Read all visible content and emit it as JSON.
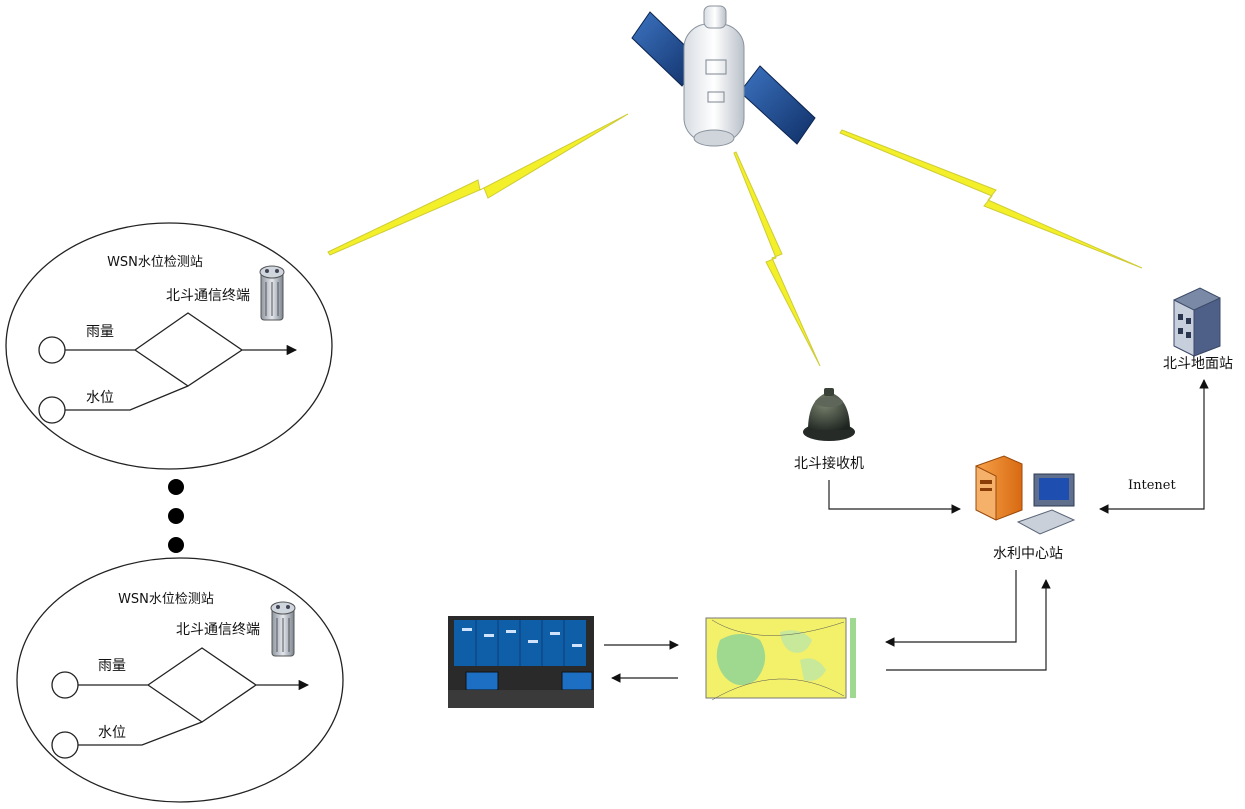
{
  "station1": {
    "title": "WSN水位检测站",
    "terminal": "北斗通信终端",
    "rain": "雨量",
    "water": "水位"
  },
  "station2": {
    "title": "WSN水位检测站",
    "terminal": "北斗通信终端",
    "rain": "雨量",
    "water": "水位"
  },
  "receiver": {
    "label": "北斗接收机"
  },
  "ground_station": {
    "label": "北斗地面站"
  },
  "center_station": {
    "label": "水利中心站"
  },
  "link": {
    "internet_label": "Intenet"
  },
  "colors": {
    "lightning": "#f3f02a",
    "satellite_panel": "#1f4f93",
    "server": "#f08a2a",
    "map_ocean": "#f3f06a",
    "map_land": "#9fd88f"
  },
  "icons": [
    "satellite-icon",
    "bds-terminal-icon",
    "receiver-antenna-icon",
    "building-icon",
    "server-icon",
    "computer-icon",
    "monitor-wall-photo",
    "map-plot"
  ]
}
